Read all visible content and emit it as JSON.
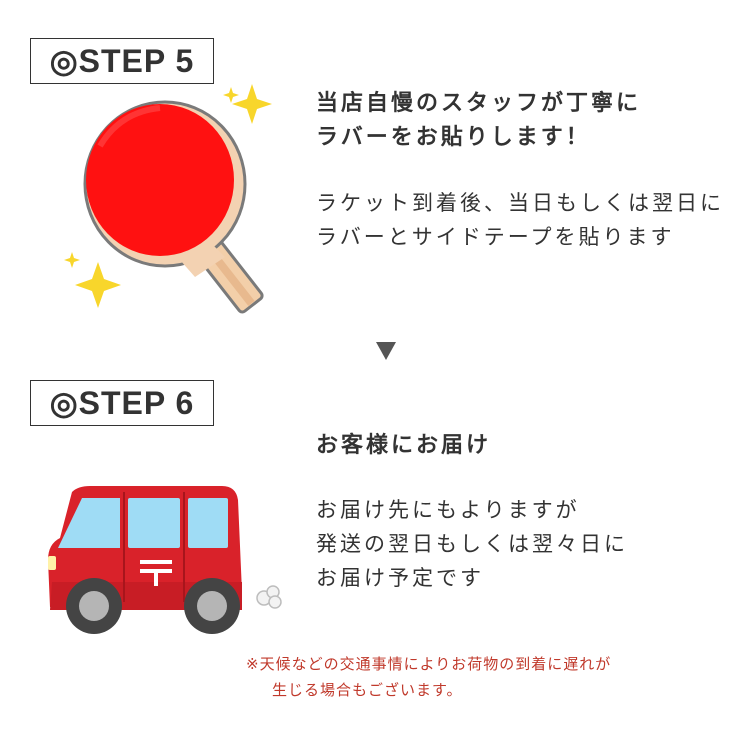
{
  "step5": {
    "badge": "◎STEP 5",
    "heading": [
      "当店自慢のスタッフが丁寧に",
      "ラバーをお貼りします！"
    ],
    "body": [
      "ラケット到着後、当日もしくは翌日に",
      "ラバーとサイドテープを貼ります"
    ]
  },
  "step6": {
    "badge": "◎STEP 6",
    "heading": [
      "お客様にお届け"
    ],
    "body": [
      "お届け先にもよりますが",
      "発送の翌日もしくは翌々日に",
      "お届け予定です"
    ]
  },
  "note": [
    "※天候などの交通事情によりお荷物の到着に遅れが",
    "生じる場合もございます。"
  ],
  "icons": {
    "arrow": "down-triangle-icon",
    "paddle": "table-tennis-paddle-icon",
    "sparkle": "sparkle-icon",
    "van": "post-van-icon"
  },
  "colors": {
    "text": "#333333",
    "rubber_red": "#ff1010",
    "van_red": "#d9222a",
    "sparkle": "#f7d82a",
    "note_red": "#c0392b"
  }
}
